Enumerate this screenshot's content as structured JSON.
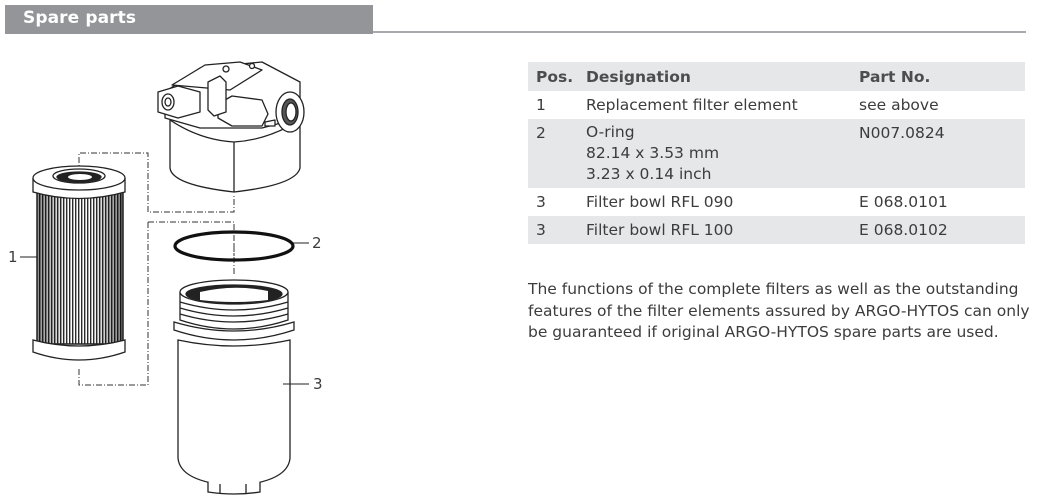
{
  "section": {
    "title": "Spare parts"
  },
  "figure": {
    "callouts": [
      {
        "label": "1",
        "part": "Replacement filter element"
      },
      {
        "label": "2",
        "part": "O-ring"
      },
      {
        "label": "3",
        "part": "Filter bowl"
      }
    ]
  },
  "table": {
    "headers": {
      "pos": "Pos.",
      "designation": "Designation",
      "part_no": "Part No."
    },
    "rows": [
      {
        "pos": "1",
        "designation": [
          "Replacement filter element"
        ],
        "part_no": "see above"
      },
      {
        "pos": "2",
        "designation": [
          "O-ring",
          "82.14 x 3.53 mm",
          "3.23 x 0.14 inch"
        ],
        "part_no": "N007.0824"
      },
      {
        "pos": "3",
        "designation": [
          "Filter bowl RFL 090"
        ],
        "part_no": "E 068.0101"
      },
      {
        "pos": "3",
        "designation": [
          "Filter bowl RFL 100"
        ],
        "part_no": "E 068.0102"
      }
    ]
  },
  "note": "The functions of the complete filters as well as the outstanding features of the filter elements assured by ARGO-HYTOS can only be guaranteed if original ARGO-HYTOS spare parts are used.",
  "colors": {
    "header_bar": "#939598",
    "rule": "#a7a9ac",
    "stripe": "#e6e7e8",
    "text": "#3c3c3c"
  }
}
